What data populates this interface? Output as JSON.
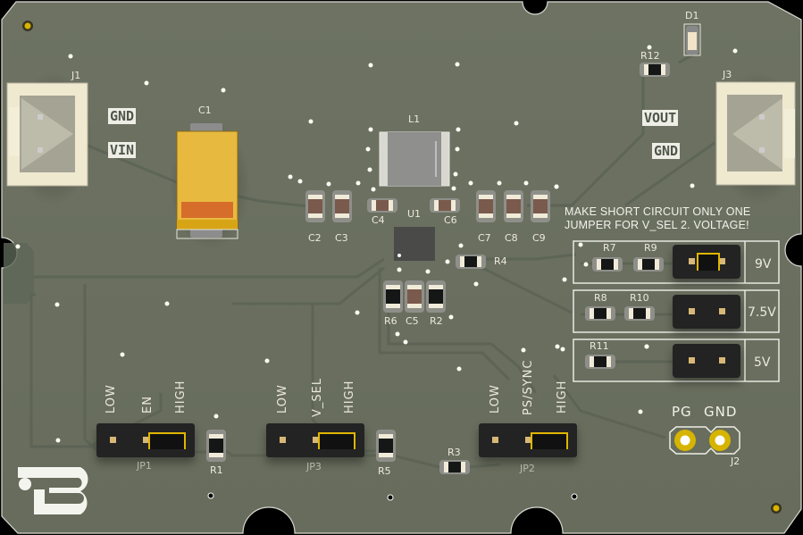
{
  "board": {
    "colors": {
      "substrate": "#6b7060",
      "trace": "#5e6657",
      "silkscreen": "#eeeee6",
      "gold": "#d6b400",
      "tantalum": "#e8b93f",
      "tantalum_band": "#d66d2a",
      "header": "#222222"
    }
  },
  "connectors": {
    "j1": {
      "ref": "J1",
      "pin_labels": [
        "GND",
        "VIN"
      ]
    },
    "j3": {
      "ref": "J3",
      "pin_labels": [
        "VOUT",
        "GND"
      ]
    },
    "j2": {
      "ref": "J2",
      "pin_labels": [
        "PG",
        "GND"
      ]
    }
  },
  "components": {
    "c1": "C1",
    "l1": "L1",
    "u1": "U1",
    "d1": "D1",
    "r12": "R12",
    "c2": "C2",
    "c3": "C3",
    "c4": "C4",
    "c6": "C6",
    "c7": "C7",
    "c8": "C8",
    "c9": "C9",
    "r4": "R4",
    "r6": "R6",
    "c5": "C5",
    "r2": "R2",
    "r1": "R1",
    "r5": "R5",
    "r3": "R3"
  },
  "voltage_select": {
    "note_line1": "MAKE SHORT CIRCUIT ONLY ONE",
    "note_line2": "JUMPER FOR V_SEL 2. VOLTAGE!",
    "rows": [
      {
        "resistors": [
          "R7",
          "R9"
        ],
        "voltage": "9V",
        "jumper_installed": true
      },
      {
        "resistors": [
          "R8",
          "R10"
        ],
        "voltage": "7.5V",
        "jumper_installed": false
      },
      {
        "resistors": [
          "R11"
        ],
        "voltage": "5V",
        "jumper_installed": false
      }
    ]
  },
  "jumpers": [
    {
      "ref": "JP1",
      "labels": [
        "LOW",
        "EN",
        "HIGH"
      ],
      "position": "HIGH"
    },
    {
      "ref": "JP3",
      "labels": [
        "LOW",
        "V_SEL",
        "HIGH"
      ],
      "position": "HIGH"
    },
    {
      "ref": "JP2",
      "labels": [
        "LOW",
        "PS/SYNC",
        "HIGH"
      ],
      "position": "HIGH"
    }
  ],
  "logo": {
    "name": "brand-logo-b"
  }
}
